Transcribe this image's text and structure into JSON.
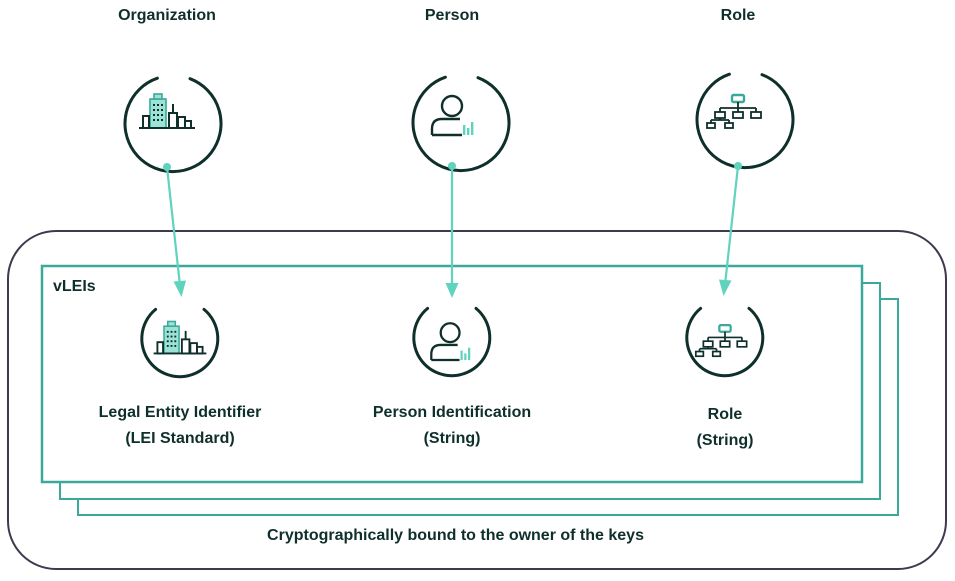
{
  "colors": {
    "dark": "#0f2f2b",
    "teal": "#3aa89b",
    "mint": "#5fd3bd",
    "frame": "#3d3a4e"
  },
  "top": {
    "organization": "Organization",
    "person": "Person",
    "role": "Role"
  },
  "container": {
    "title": "vLEIs",
    "footer": "Cryptographically bound to the owner of the keys"
  },
  "items": {
    "lei_line1": "Legal Entity Identifier",
    "lei_line2": "(LEI Standard)",
    "person_line1": "Person Identification",
    "person_line2": "(String)",
    "role_line1": "Role",
    "role_line2": "(String)"
  },
  "icons": [
    "city-buildings-icon",
    "person-chart-icon",
    "org-chart-icon"
  ]
}
